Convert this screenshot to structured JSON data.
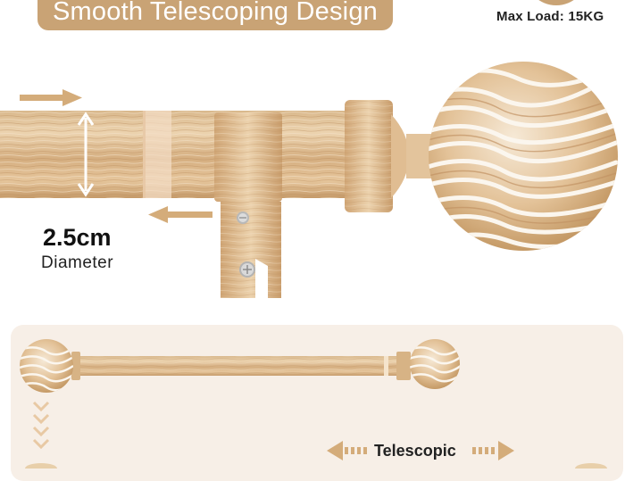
{
  "headline": "Smooth Telescoping Design",
  "max_load": "Max Load: 15KG",
  "diameter": {
    "value": "2.5cm",
    "label": "Diameter"
  },
  "telescopic_label": "Telescopic",
  "colors": {
    "accent": "#c9a375",
    "wood_light": "#e9cfa9",
    "wood_mid": "#d6b184",
    "wood_dark": "#b88a5a",
    "panel_bg": "#f7efe7",
    "chevron": "#e8c9a4"
  },
  "icons": [
    "arrow-right-icon",
    "arrow-left-icon",
    "double-arrow-vertical-icon",
    "chevron-down-icon",
    "double-arrow-horizontal-icon"
  ]
}
